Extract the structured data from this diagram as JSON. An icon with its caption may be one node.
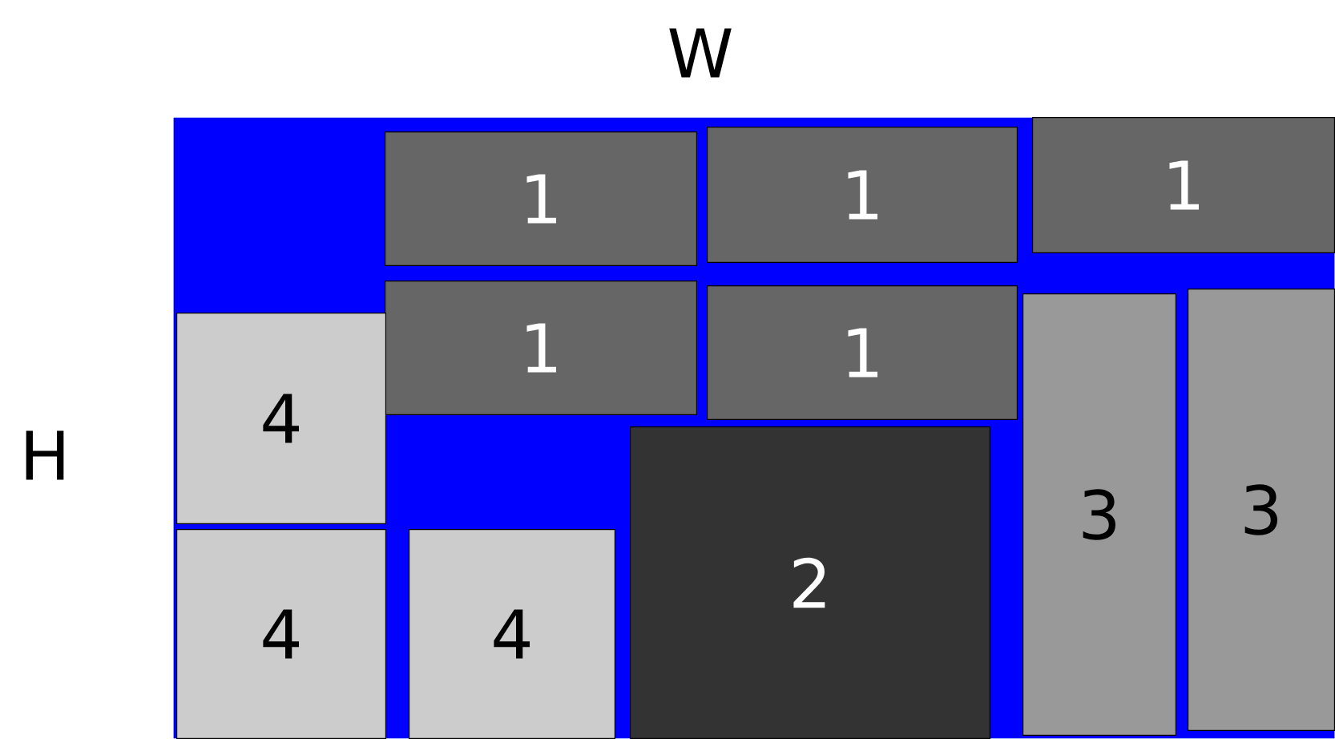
{
  "diagram": {
    "nodes": [
      {
        "text": [],
        "shape": "box"
      },
      {
        "text": [
          "1"
        ],
        "in": 0
      },
      {
        "text": [
          "1"
        ],
        "in": 0
      },
      {
        "text": [
          "1"
        ],
        "in": 0
      },
      {
        "text": [
          "1"
        ],
        "in": 0
      },
      {
        "text": [
          "1"
        ],
        "in": 0
      },
      {
        "text": [
          "4"
        ],
        "in": 0
      },
      {
        "text": [
          "3"
        ],
        "in": 0
      },
      {
        "text": [
          "3"
        ],
        "in": 0
      },
      {
        "text": [
          "2"
        ],
        "in": 0
      },
      {
        "text": [
          "4"
        ],
        "in": 0
      },
      {
        "text": [
          "4"
        ],
        "in": 0
      }
    ],
    "labels": [
      "W",
      "H"
    ]
  }
}
